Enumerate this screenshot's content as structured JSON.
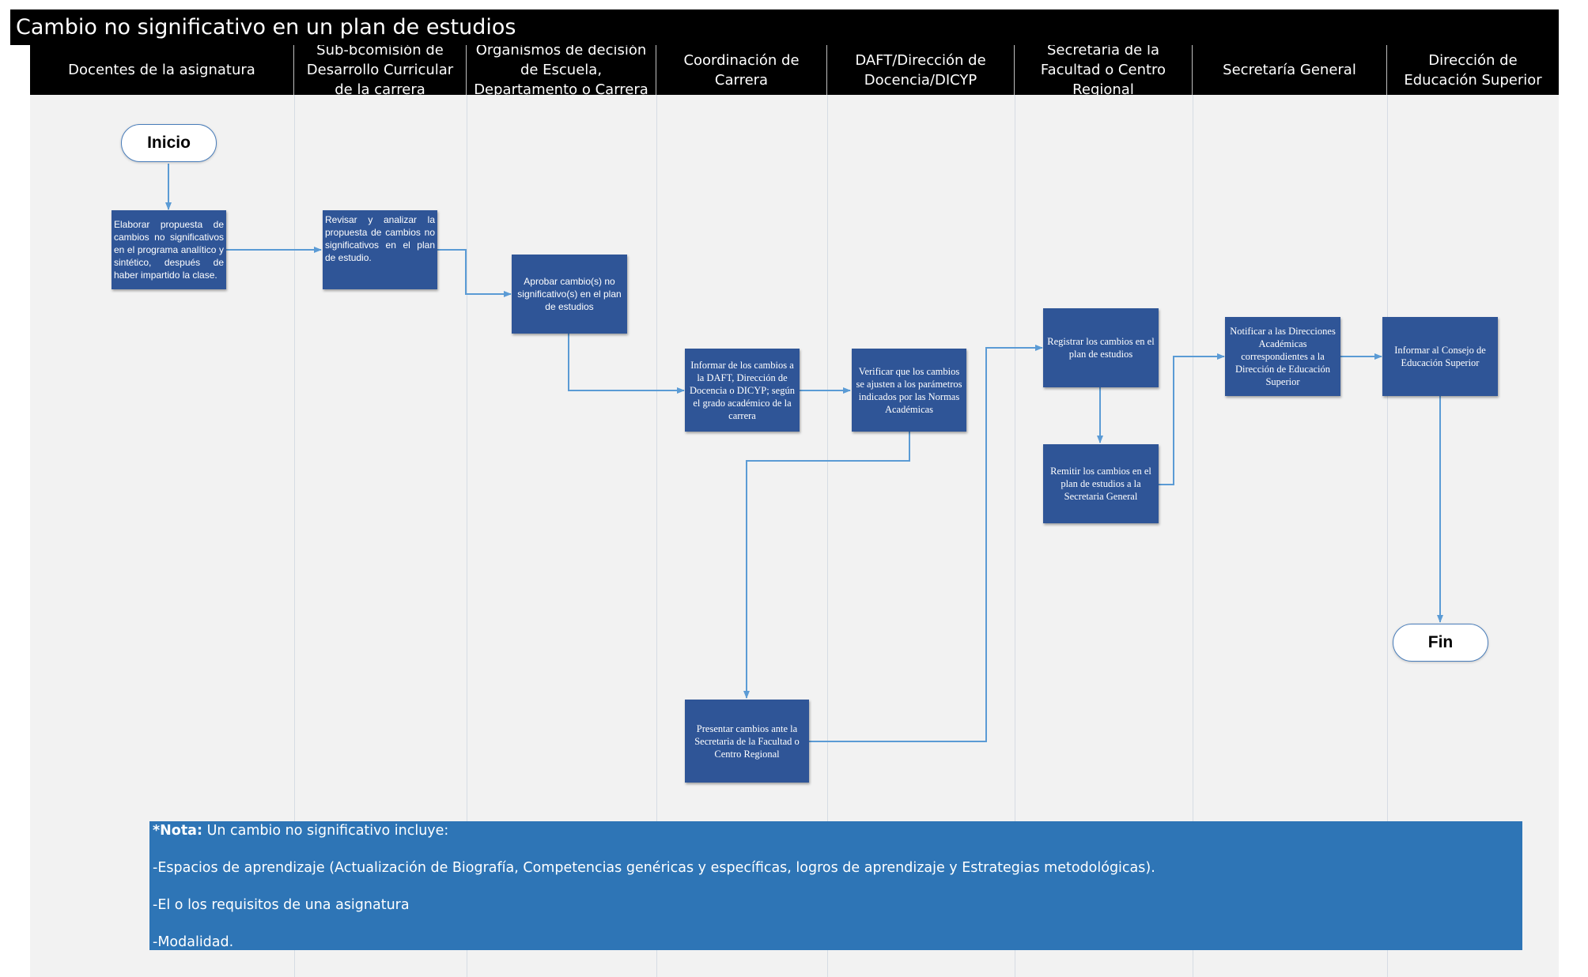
{
  "title": "Cambio no significativo en un plan de estudios",
  "lanes": [
    "Docentes de la asignatura",
    "Sub-bcomisión de Desarrollo Curricular de la carrera",
    "Organismos de decisión de Escuela, Departamento o Carrera",
    "Coordinación de Carrera",
    "DAFT/Dirección de Docencia/DICYP",
    "Secretaría de la Facultad o Centro Regional",
    "Secretaría General",
    "Dirección de Educación Superior"
  ],
  "start": "Inicio",
  "end": "Fin",
  "steps": {
    "elaborar": "Elaborar propuesta de cambios no significativos en el programa analítico y sintético, después de haber impartido la clase.",
    "revisar": "Revisar y analizar la propuesta de cambios no significativos en el plan de estudio.",
    "aprobar": "Aprobar cambio(s) no significativo(s) en el plan de estudios",
    "informar_daft": "Informar de los cambios a la DAFT, Dirección de Docencia o DICYP; según el grado académico de la carrera",
    "verificar": "Verificar que los cambios se ajusten a los parámetros indicados por las Normas Académicas",
    "presentar": "Presentar cambios ante la Secretaria de la Facultad o Centro Regional",
    "registrar": "Registrar los cambios en el plan de estudios",
    "remitir": "Remitir los cambios en el plan de estudios a la Secretaria General",
    "notificar": "Notificar a las Direcciones Académicas correspondientes a la Dirección de Educación Superior",
    "informar_consejo": "Informar al Consejo de Educación Superior"
  },
  "note": {
    "label": "*Nota:",
    "intro": " Un cambio no significativo incluye:",
    "items": [
      "-Espacios de aprendizaje (Actualización de Biografía, Competencias genéricas y específicas, logros de aprendizaje y Estrategias metodológicas).",
      "-El o los requisitos de una  asignatura",
      "-Modalidad."
    ]
  },
  "colors": {
    "header": "#000000",
    "process_box": "#2f5597",
    "connector": "#5b9bd5",
    "note_bg": "#2e75b6",
    "lane_bg": "#f2f2f2"
  }
}
